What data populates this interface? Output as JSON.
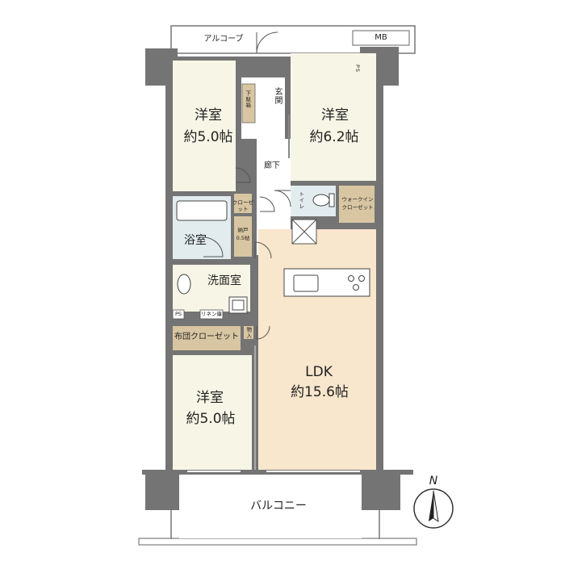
{
  "rooms": {
    "western_nw": {
      "name": "洋室",
      "size": "約5.0帖"
    },
    "western_ne": {
      "name": "洋室",
      "size": "約6.2帖"
    },
    "western_sw": {
      "name": "洋室",
      "size": "約5.0帖"
    },
    "ldk": {
      "name": "LDK",
      "size": "約15.6帖"
    },
    "bath": "浴室",
    "washroom": "洗面室",
    "entrance": "玄関",
    "corridor": "廊下",
    "toilet": "トイレ",
    "shoe_box": "下駄箱",
    "closet": "クローゼット",
    "storage": "納戸",
    "storage_size": "0.5帖",
    "walk_in_line1": "ウォークイン",
    "walk_in_line2": "クローゼット",
    "linen": "リネン庫",
    "futon_closet": "布団クローゼット",
    "storage_small": "物入",
    "ps": "PS",
    "ps_vertical": "PS",
    "mb": "MB",
    "alcove": "アルコーブ",
    "balcony": "バルコニー"
  },
  "compass": {
    "label": "N"
  },
  "colors": {
    "wall": "#747474",
    "room_floor": "#f7f6e6",
    "ldk_floor": "#f8e6cd",
    "wet_area": "#e2ecef",
    "storage_floor": "#d8c6a2",
    "outdoor": "#ffffff"
  }
}
